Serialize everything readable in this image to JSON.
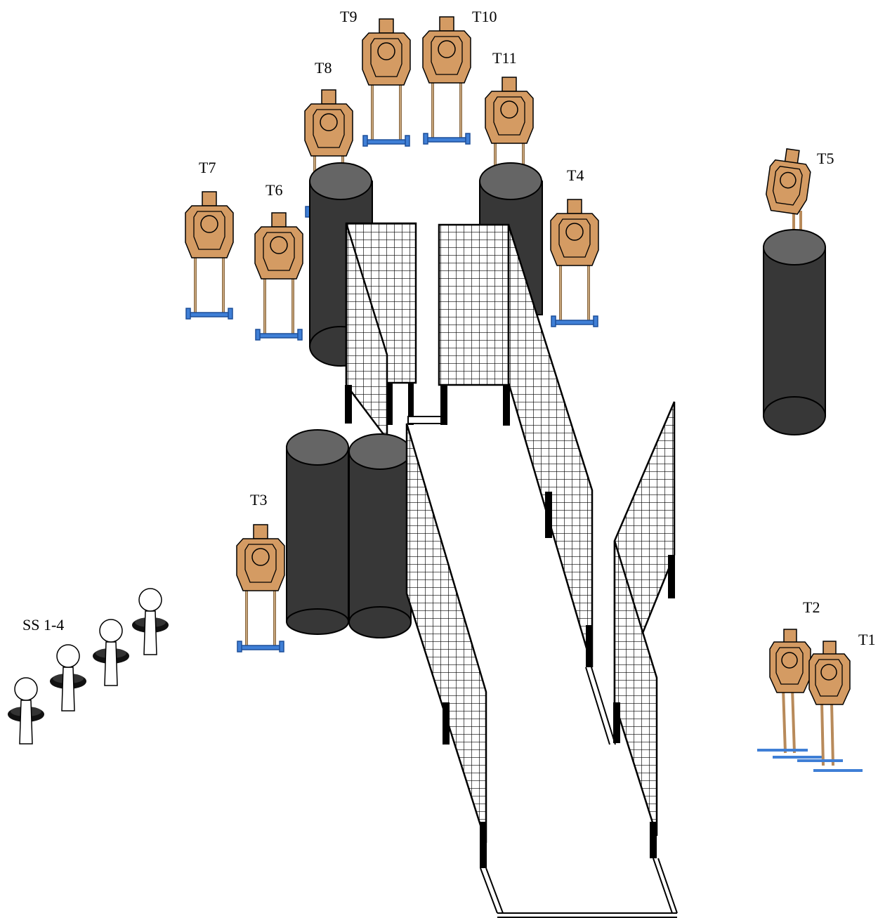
{
  "colors": {
    "target_tan": "#d49b63",
    "barrel_body": "#373737",
    "barrel_top": "#656565",
    "stand_blue": "#3f7fd6",
    "stand_post": "#b88a5a",
    "outline": "#000000"
  },
  "labels": {
    "t1": "T1",
    "t2": "T2",
    "t3": "T3",
    "t4": "T4",
    "t5": "T5",
    "t6": "T6",
    "t7": "T7",
    "t8": "T8",
    "t9": "T9",
    "t10": "T10",
    "t11": "T11",
    "steel": "SS 1-4"
  },
  "icons": {
    "paper_target": "ipsc-target-icon",
    "steel_target": "steel-popper-icon",
    "barrel": "barrel-icon",
    "fence": "mesh-fence-wall"
  }
}
